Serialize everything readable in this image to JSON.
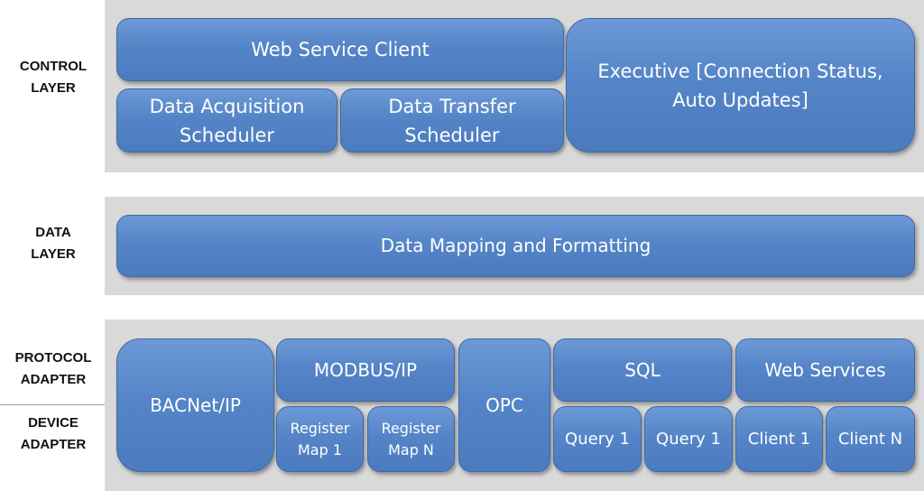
{
  "layers": {
    "control": "CONTROL\nLAYER",
    "data": "DATA\nLAYER",
    "protocol": "PROTOCOL\nADAPTER",
    "device": "DEVICE\nADAPTER"
  },
  "control_layer": {
    "web_service_client": "Web Service Client",
    "data_acquisition_scheduler": "Data Acquisition Scheduler",
    "data_transfer_scheduler": "Data Transfer Scheduler",
    "executive": "Executive [Connection Status, Auto Updates]"
  },
  "data_layer": {
    "data_mapping": "Data Mapping and Formatting"
  },
  "adapter_layer": {
    "bacnet": "BACNet/IP",
    "modbus": "MODBUS/IP",
    "register_map_1": "Register Map 1",
    "register_map_n": "Register Map N",
    "opc": "OPC",
    "sql": "SQL",
    "query_1a": "Query 1",
    "query_1b": "Query 1",
    "web_services": "Web Services",
    "client_1": "Client 1",
    "client_n": "Client N"
  },
  "colors": {
    "band": "#d9d9d9",
    "box_fill": "#5585c8",
    "box_border": "#3f6aa6",
    "text": "#ffffff"
  }
}
